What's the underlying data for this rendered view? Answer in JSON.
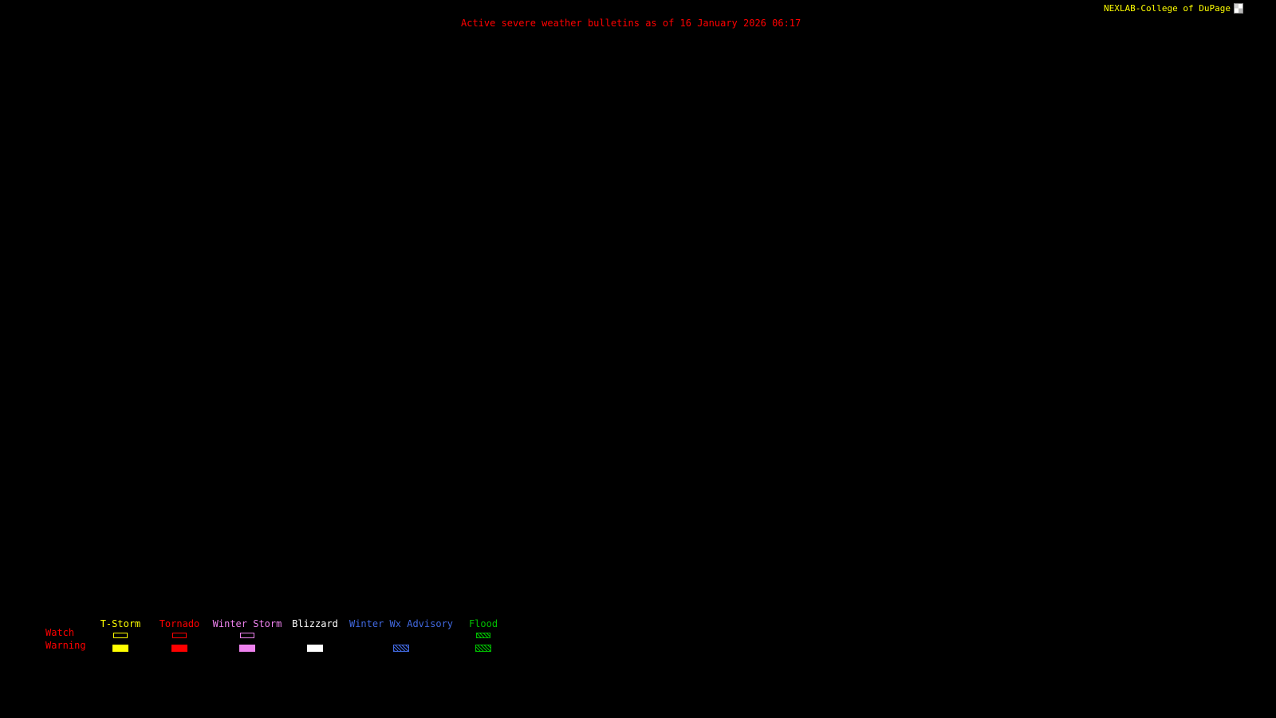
{
  "header": {
    "title": "Active severe weather bulletins as of 16 January 2026 06:17",
    "title_color": "#ff0000",
    "brand": "NEXLAB-College of DuPage",
    "brand_color": "#ffff00"
  },
  "map": {
    "background_color": "#000000",
    "active_bulletins_shown": ""
  },
  "legend": {
    "watch_label": "Watch",
    "warning_label": "Warning",
    "label_color": "#ff0000",
    "columns": [
      {
        "label": "T-Storm",
        "color": "#ffff00",
        "watch": {
          "style": "outline",
          "color": "#ffff00"
        },
        "warning": {
          "style": "filled",
          "color": "#ffff00"
        }
      },
      {
        "label": "Tornado",
        "color": "#ff0000",
        "watch": {
          "style": "outline",
          "color": "#ff0000"
        },
        "warning": {
          "style": "filled",
          "color": "#ff0000"
        }
      },
      {
        "label": "Winter Storm",
        "color": "#ee82ee",
        "watch": {
          "style": "outline",
          "color": "#ee82ee"
        },
        "warning": {
          "style": "filled",
          "color": "#ee82ee"
        }
      },
      {
        "label": "Blizzard",
        "color": "#ffffff",
        "watch": {
          "style": "none",
          "color": "#ffffff"
        },
        "warning": {
          "style": "filled",
          "color": "#ffffff"
        }
      },
      {
        "label": "Winter Wx Advisory",
        "color": "#4169e1",
        "watch": {
          "style": "none",
          "color": "#4169e1"
        },
        "warning": {
          "style": "hatched",
          "color": "#4169e1"
        }
      },
      {
        "label": "Flood",
        "color": "#00c000",
        "watch": {
          "style": "hatched",
          "color": "#00c000"
        },
        "warning": {
          "style": "hatched",
          "color": "#00c000"
        }
      }
    ]
  }
}
